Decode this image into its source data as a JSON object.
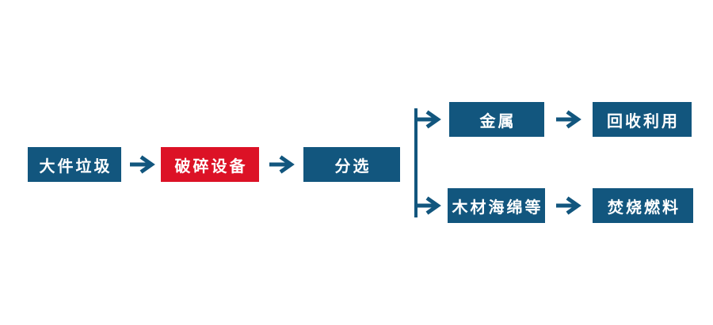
{
  "colors": {
    "box-blue": "#12567E",
    "box-red": "#DC1226",
    "arrow-blue": "#12567E",
    "box-text": "#FFFFFF",
    "background": "#FFFFFF"
  },
  "flow": {
    "nodes": [
      {
        "id": "bulky-waste",
        "label": "大件垃圾",
        "variant": "blue"
      },
      {
        "id": "crushing-equipment",
        "label": "破碎设备",
        "variant": "red"
      },
      {
        "id": "sorting",
        "label": "分选",
        "variant": "blue"
      },
      {
        "id": "metal",
        "label": "金属",
        "variant": "blue"
      },
      {
        "id": "recycling",
        "label": "回收利用",
        "variant": "blue"
      },
      {
        "id": "wood-sponge-etc",
        "label": "木材海绵等",
        "variant": "blue"
      },
      {
        "id": "incineration-fuel",
        "label": "焚烧燃料",
        "variant": "blue"
      }
    ],
    "edges": [
      {
        "from": "bulky-waste",
        "to": "crushing-equipment"
      },
      {
        "from": "crushing-equipment",
        "to": "sorting"
      },
      {
        "from": "sorting",
        "to": "metal"
      },
      {
        "from": "sorting",
        "to": "wood-sponge-etc"
      },
      {
        "from": "metal",
        "to": "recycling"
      },
      {
        "from": "wood-sponge-etc",
        "to": "incineration-fuel"
      }
    ]
  }
}
